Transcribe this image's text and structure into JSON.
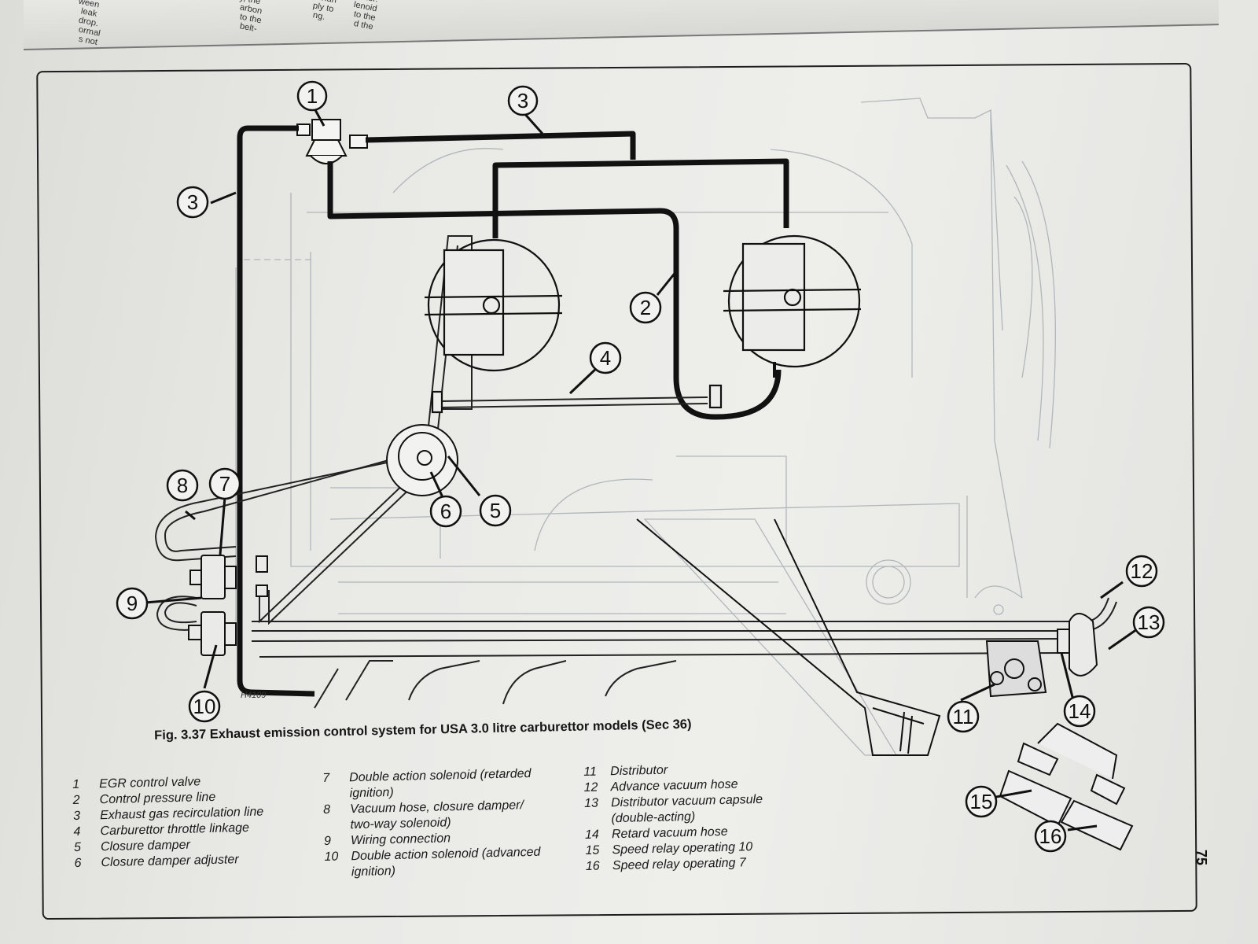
{
  "prev_page_text": [
    "ween\n leak\ndrop.\normal\ns not",
    "y, the\narbon\nto the\nbelt-",
    "s than\nply to\nng.",
    "verter.\nlenoid\nto the\nd the"
  ],
  "figure": {
    "caption": "Fig. 3.37 Exhaust emission control system for USA 3.0 litre carburettor models (Sec 36)",
    "code": "H4109",
    "callouts": [
      "1",
      "3",
      "3",
      "2",
      "4",
      "5",
      "6",
      "7",
      "8",
      "9",
      "10",
      "11",
      "12",
      "13",
      "14",
      "15",
      "16"
    ],
    "legend": {
      "col1": [
        {
          "num": "1",
          "text": "EGR control valve"
        },
        {
          "num": "2",
          "text": "Control pressure line"
        },
        {
          "num": "3",
          "text": "Exhaust gas recirculation line"
        },
        {
          "num": "4",
          "text": "Carburettor throttle linkage"
        },
        {
          "num": "5",
          "text": "Closure damper"
        },
        {
          "num": "6",
          "text": "Closure damper adjuster"
        }
      ],
      "col2": [
        {
          "num": "7",
          "text": "Double action solenoid (retarded",
          "cont": "ignition)"
        },
        {
          "num": "8",
          "text": "Vacuum hose, closure damper/",
          "cont": "two-way solenoid)"
        },
        {
          "num": "9",
          "text": "Wiring connection"
        },
        {
          "num": "10",
          "text": "Double action solenoid (advanced",
          "cont": "ignition)"
        }
      ],
      "col3": [
        {
          "num": "11",
          "text": "Distributor"
        },
        {
          "num": "12",
          "text": "Advance vacuum hose"
        },
        {
          "num": "13",
          "text": "Distributor vacuum capsule",
          "cont": "(double-acting)"
        },
        {
          "num": "14",
          "text": "Retard vacuum hose"
        },
        {
          "num": "15",
          "text": "Speed relay operating 10"
        },
        {
          "num": "16",
          "text": "Speed relay operating 7"
        }
      ]
    }
  },
  "page_number": "75"
}
